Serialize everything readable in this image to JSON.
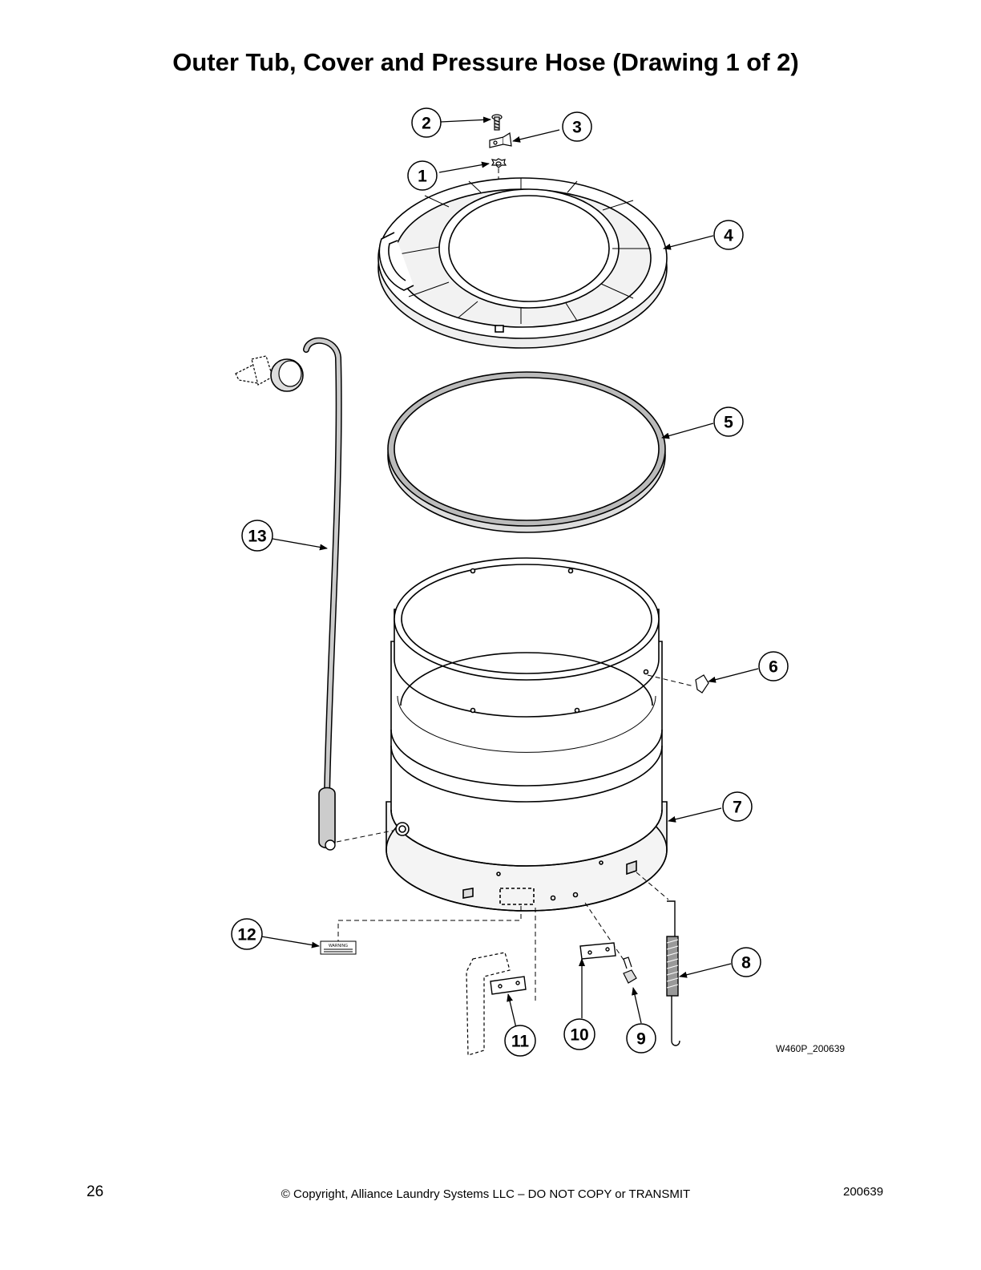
{
  "page": {
    "title": "Outer Tub, Cover and Pressure Hose (Drawing 1 of 2)",
    "drawing_code": "W460P_200639",
    "page_number": "26",
    "copyright": "© Copyright, Alliance Laundry Systems LLC – DO NOT COPY or TRANSMIT",
    "doc_code": "200639"
  },
  "diagram": {
    "callouts": [
      "1",
      "2",
      "3",
      "4",
      "5",
      "6",
      "7",
      "8",
      "9",
      "10",
      "11",
      "12",
      "13"
    ],
    "warning_label_text": "WARNING"
  }
}
